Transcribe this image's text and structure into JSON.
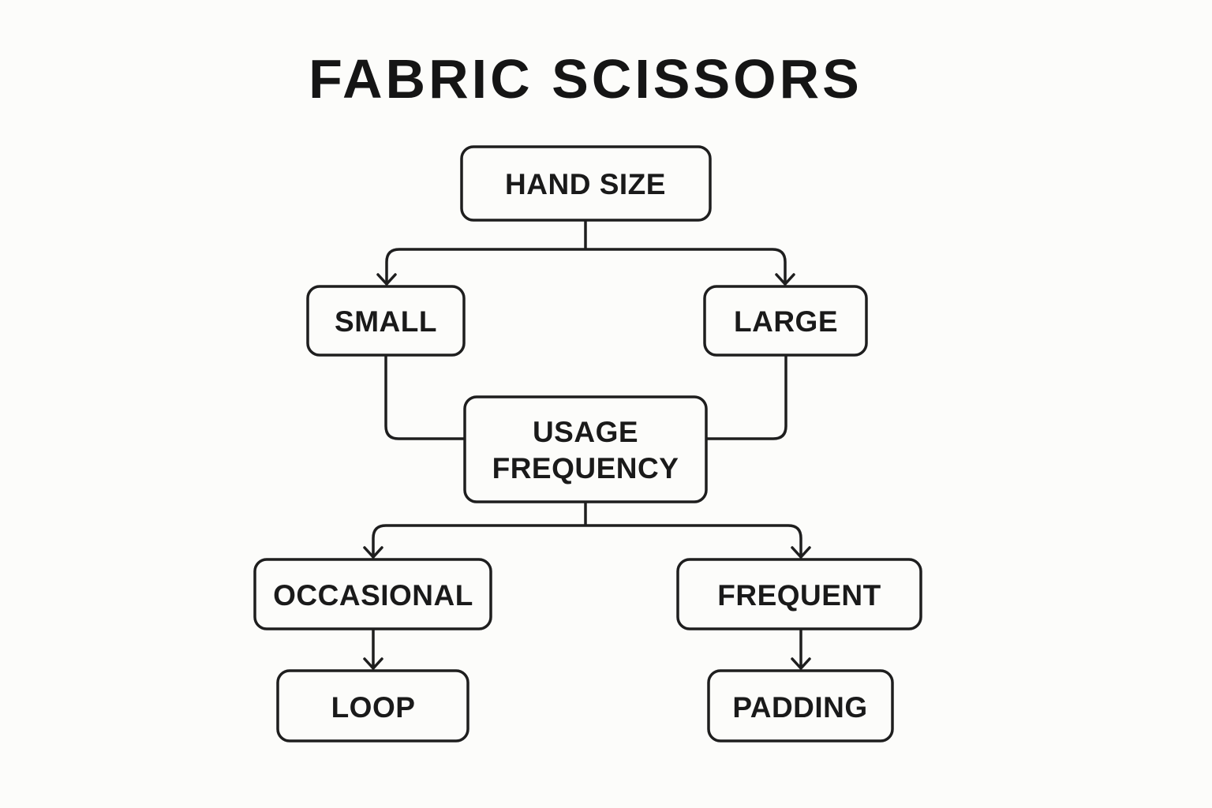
{
  "title": "FABRIC SCISSORS",
  "nodes": {
    "hand_size": "HAND SIZE",
    "small": "SMALL",
    "large": "LARGE",
    "usage_1": "USAGE",
    "usage_2": "FREQUENCY",
    "occasional": "OCCASIONAL",
    "frequent": "FREQUENT",
    "loop": "LOOP",
    "padding": "PADDING"
  }
}
